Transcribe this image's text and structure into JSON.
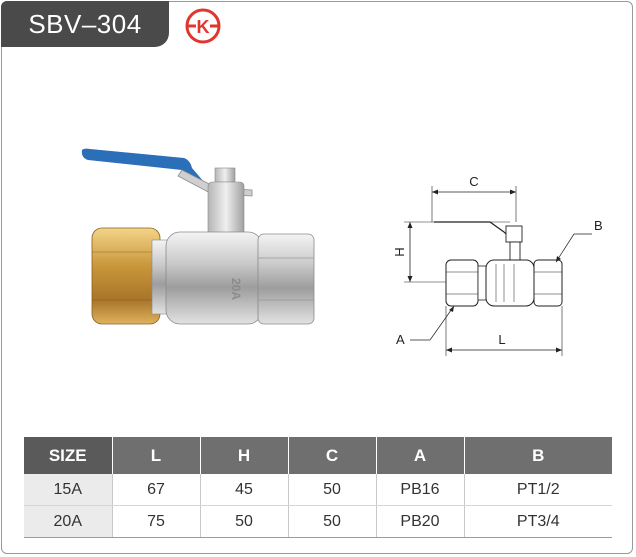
{
  "header": {
    "model": "SBV–304",
    "logo_text": "K"
  },
  "drawing": {
    "dim_c": "C",
    "dim_h": "H",
    "dim_l": "L",
    "label_a": "A",
    "label_b": "B"
  },
  "photo": {
    "body_marking": "20A"
  },
  "spec_table": {
    "headers": [
      "SIZE",
      "L",
      "H",
      "C",
      "A",
      "B"
    ],
    "rows": [
      [
        "15A",
        "67",
        "45",
        "50",
        "PB16",
        "PT1/2"
      ],
      [
        "20A",
        "75",
        "50",
        "50",
        "PB20",
        "PT3/4"
      ]
    ]
  },
  "colors": {
    "model_tag": "#4a4a4a",
    "table_header": "#6f6f6f",
    "logo_red": "#e0362e",
    "handle_blue": "#2a6fb8",
    "brass": "#c9963a"
  }
}
